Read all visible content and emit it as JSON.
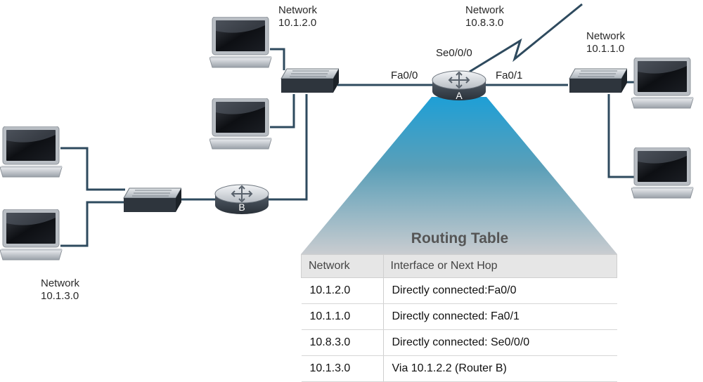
{
  "networks": {
    "n120": {
      "title": "Network",
      "addr": "10.1.2.0"
    },
    "n830": {
      "title": "Network",
      "addr": "10.8.3.0"
    },
    "n110": {
      "title": "Network",
      "addr": "10.1.1.0"
    },
    "n130": {
      "title": "Network",
      "addr": "10.1.3.0"
    }
  },
  "ports": {
    "se000": "Se0/0/0",
    "fa00": "Fa0/0",
    "fa01": "Fa0/1"
  },
  "routers": {
    "a": "A",
    "b": "B"
  },
  "routing_table": {
    "title": "Routing Table",
    "headers": [
      "Network",
      "Interface or Next Hop"
    ],
    "rows": [
      [
        "10.1.2.0",
        "Directly connected:Fa0/0"
      ],
      [
        "10.1.1.0",
        "Directly connected: Fa0/1"
      ],
      [
        "10.8.3.0",
        "Directly connected: Se0/0/0"
      ],
      [
        "10.1.3.0",
        "Via 10.1.2.2 (Router B)"
      ]
    ]
  },
  "colors": {
    "link": "#2e4a5e",
    "router": "#3f4a55",
    "switch": "#343b44",
    "beam_top": "#2aa7d8",
    "beam_bottom": "#c9ccd0"
  }
}
